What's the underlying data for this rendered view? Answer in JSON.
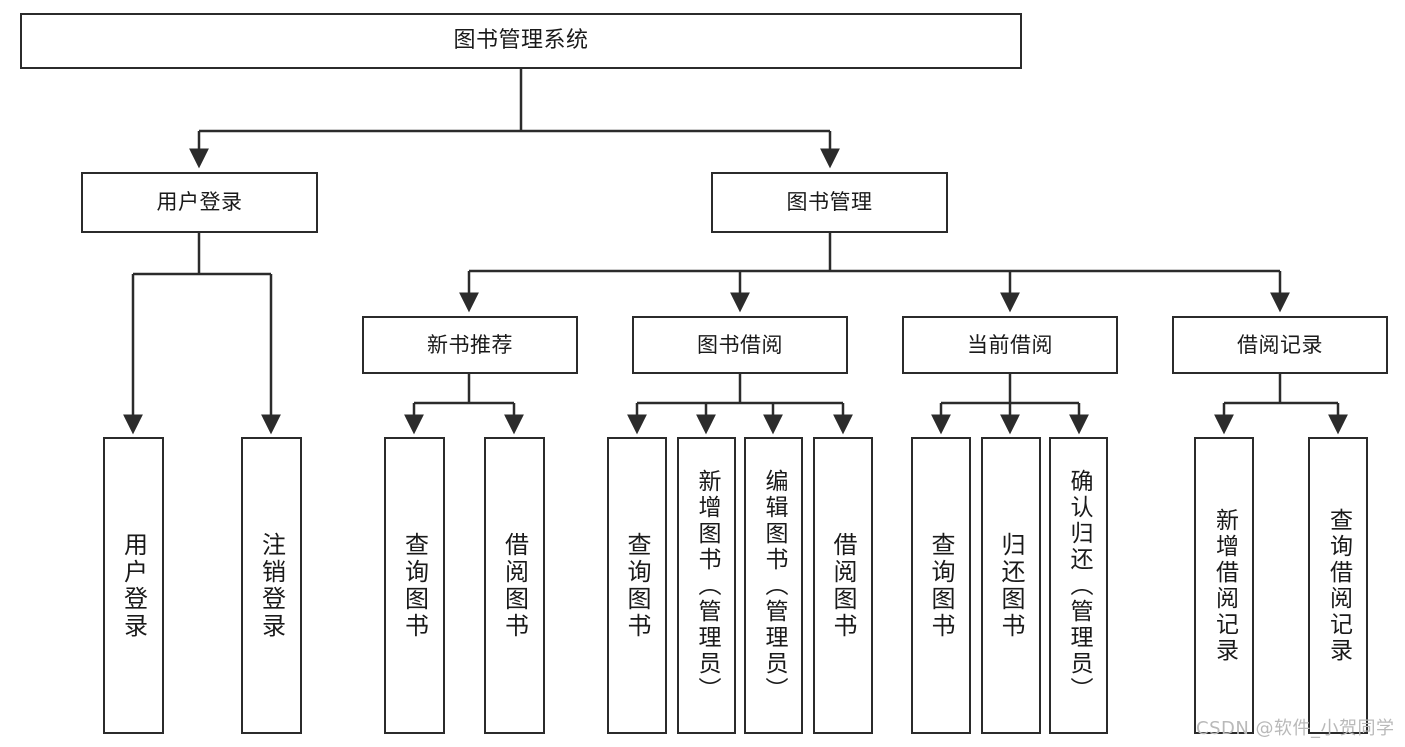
{
  "diagram": {
    "title": "图书管理系统",
    "root": {
      "id": "root",
      "label": "图书管理系统"
    },
    "level2": [
      {
        "id": "user-login",
        "label": "用户登录"
      },
      {
        "id": "book-manage",
        "label": "图书管理"
      }
    ],
    "level3": [
      {
        "id": "new-book-rec",
        "label": "新书推荐"
      },
      {
        "id": "book-borrow",
        "label": "图书借阅"
      },
      {
        "id": "current-borrow",
        "label": "当前借阅"
      },
      {
        "id": "borrow-record",
        "label": "借阅记录"
      }
    ],
    "leaves": {
      "user_login": [
        {
          "id": "leaf-user-login",
          "label": "用户登录"
        },
        {
          "id": "leaf-logout-login",
          "label": "注销登录"
        }
      ],
      "new_book_rec": [
        {
          "id": "leaf-query-book-1",
          "label": "查询图书"
        },
        {
          "id": "leaf-borrow-book-1",
          "label": "借阅图书"
        }
      ],
      "book_borrow": [
        {
          "id": "leaf-query-book-2",
          "label": "查询图书"
        },
        {
          "id": "leaf-add-book",
          "label": "新增图书（管理员）"
        },
        {
          "id": "leaf-edit-book",
          "label": "编辑图书（管理员）"
        },
        {
          "id": "leaf-borrow-book-2",
          "label": "借阅图书"
        }
      ],
      "current_borrow": [
        {
          "id": "leaf-query-book-3",
          "label": "查询图书"
        },
        {
          "id": "leaf-return-book",
          "label": "归还图书"
        },
        {
          "id": "leaf-confirm-return",
          "label": "确认归还（管理员）"
        }
      ],
      "borrow_record": [
        {
          "id": "leaf-add-record",
          "label": "新增借阅记录"
        },
        {
          "id": "leaf-query-record",
          "label": "查询借阅记录"
        }
      ]
    }
  },
  "watermark": {
    "text": "CSDN @软件_小贺同学"
  },
  "colors": {
    "stroke": "#2b2b2b",
    "fill": "#ffffff",
    "text": "#1a1a1a",
    "watermark": "#b9b9b9"
  }
}
